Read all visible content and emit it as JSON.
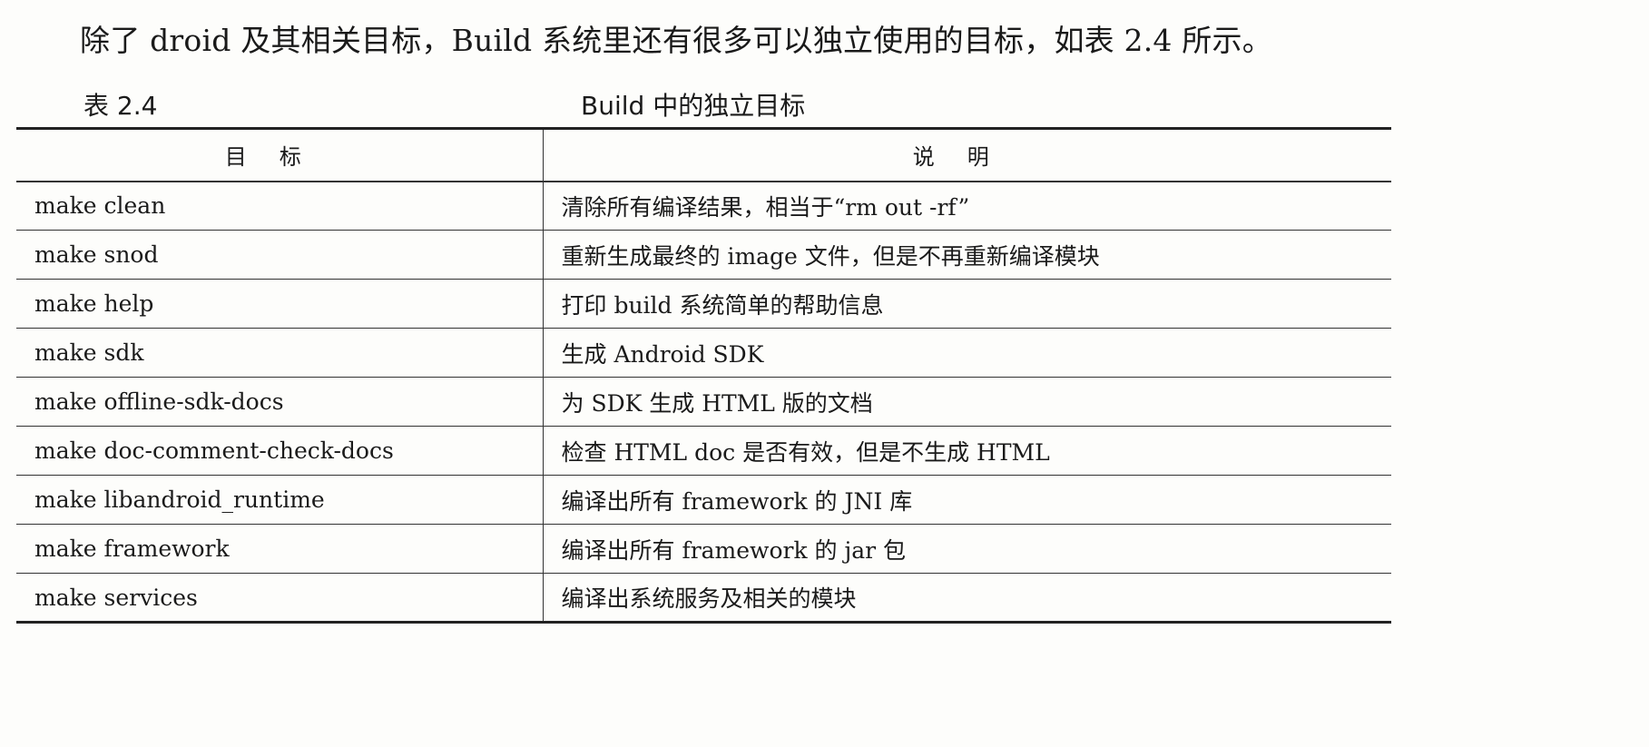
{
  "intro_text": "除了 droid 及其相关目标，Build 系统里还有很多可以独立使用的目标，如表 2.4 所示。",
  "caption": {
    "number": "表 2.4",
    "title": "Build 中的独立目标"
  },
  "table": {
    "headers": [
      "目标",
      "说明"
    ],
    "rows": [
      {
        "target": "make clean",
        "desc": "清除所有编译结果，相当于“rm out -rf”"
      },
      {
        "target": "make snod",
        "desc": "重新生成最终的 image 文件，但是不再重新编译模块"
      },
      {
        "target": "make help",
        "desc": "打印 build 系统简单的帮助信息"
      },
      {
        "target": "make sdk",
        "desc": "生成 Android SDK"
      },
      {
        "target": "make offline-sdk-docs",
        "desc": "为 SDK 生成 HTML 版的文档"
      },
      {
        "target": "make doc-comment-check-docs",
        "desc": "检查 HTML doc 是否有效，但是不生成 HTML"
      },
      {
        "target": "make libandroid_runtime",
        "desc": "编译出所有 framework 的 JNI 库"
      },
      {
        "target": "make framework",
        "desc": "编译出所有 framework 的 jar 包"
      },
      {
        "target": "make services",
        "desc": "编译出系统服务及相关的模块"
      }
    ]
  }
}
